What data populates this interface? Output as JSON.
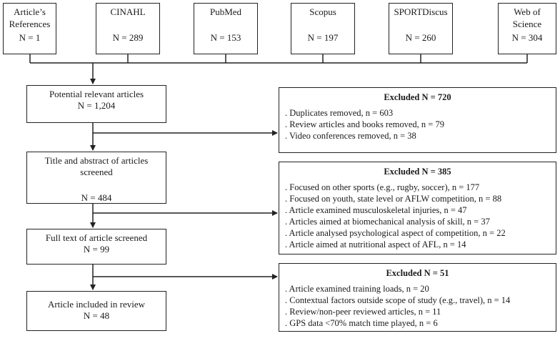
{
  "sources": [
    {
      "name": "Article’s References",
      "n": "N = 1"
    },
    {
      "name": "CINAHL",
      "n": "N = 289"
    },
    {
      "name": "PubMed",
      "n": "N = 153"
    },
    {
      "name": "Scopus",
      "n": "N = 197"
    },
    {
      "name": "SPORTDiscus",
      "n": "N = 260"
    },
    {
      "name": "Web of Science",
      "n": "N = 304"
    }
  ],
  "flow": [
    {
      "label": "Potential relevant articles",
      "n": "N = 1,204"
    },
    {
      "label": "Title and abstract of articles screened",
      "n": "N = 484"
    },
    {
      "label": "Full text of article screened",
      "n": "N = 99"
    },
    {
      "label": "Article included in review",
      "n": "N = 48"
    }
  ],
  "excluded": [
    {
      "title": "Excluded   N = 720",
      "items": [
        ". Duplicates removed, n = 603",
        ". Review articles and books removed, n = 79",
        ". Video conferences removed, n = 38"
      ]
    },
    {
      "title": "Excluded   N = 385",
      "items": [
        ". Focused on other sports (e.g., rugby, soccer), n = 177",
        ". Focused on youth, state level or AFLW competition, n = 88",
        ". Article examined musculoskeletal injuries, n = 47",
        ". Articles aimed at biomechanical analysis of skill, n = 37",
        ". Article analysed psychological aspect of competition, n = 22",
        ". Article aimed at nutritional aspect of AFL, n = 14"
      ]
    },
    {
      "title": "Excluded   N = 51",
      "items": [
        ". Article examined training loads, n = 20",
        ". Contextual factors outside scope of study (e.g., travel), n = 14",
        ". Review/non-peer reviewed articles, n = 11",
        ". GPS data <70% match time played, n = 6"
      ]
    }
  ]
}
